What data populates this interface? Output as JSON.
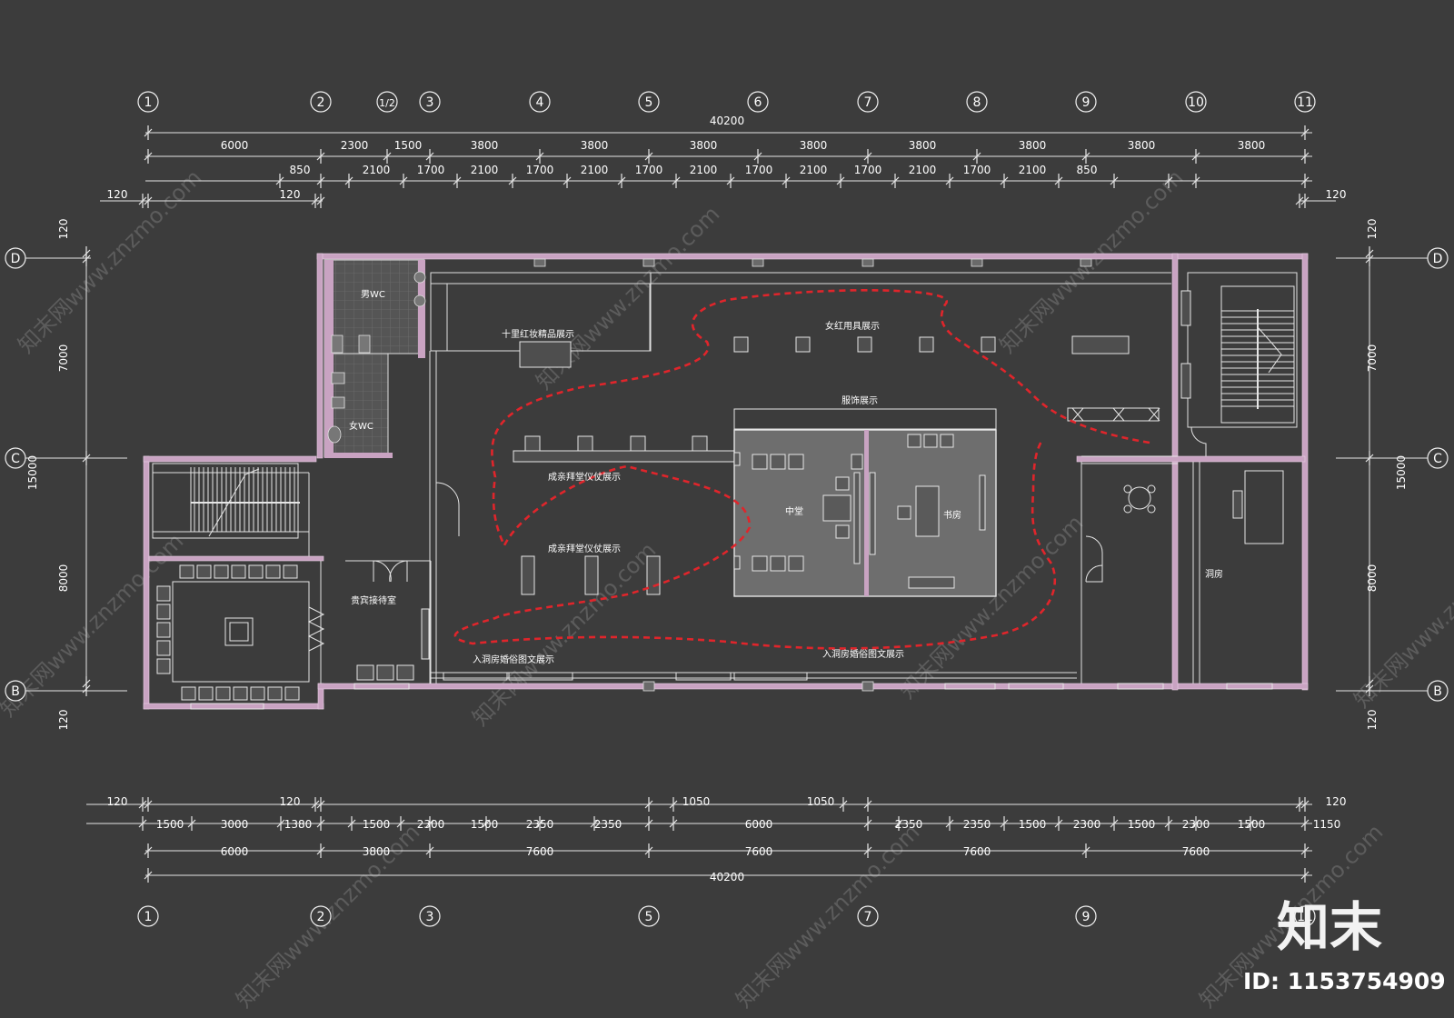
{
  "grid": {
    "columns": [
      "1",
      "2",
      "1/2",
      "3",
      "4",
      "5",
      "6",
      "7",
      "8",
      "9",
      "10",
      "11"
    ],
    "bottom_columns": [
      "1",
      "2",
      "3",
      "5",
      "7",
      "9",
      "11"
    ],
    "rows": [
      "D",
      "C",
      "B"
    ]
  },
  "dims": {
    "top_total": "40200",
    "top_row1": [
      "6000",
      "2300",
      "1500",
      "3800",
      "3800",
      "3800",
      "3800",
      "3800",
      "3800",
      "3800",
      "3800"
    ],
    "top_row2": [
      "850",
      "2100",
      "1700",
      "2100",
      "1700",
      "2100",
      "1700",
      "2100",
      "1700",
      "2100",
      "1700",
      "2100",
      "1700",
      "2100",
      "850"
    ],
    "top_row3": [
      "120",
      "120",
      "120"
    ],
    "left": [
      "120",
      "7000",
      "15000",
      "8000",
      "120"
    ],
    "right": [
      "120",
      "7000",
      "15000",
      "8000",
      "120"
    ],
    "bottom_row0": [
      "120",
      "120",
      "1050",
      "1050",
      "120"
    ],
    "bottom_row1": [
      "1500",
      "3000",
      "1380",
      "1500",
      "2300",
      "1500",
      "2350",
      "2350",
      "6000",
      "2350",
      "2350",
      "1500",
      "2300",
      "1500",
      "2300",
      "1500",
      "1150"
    ],
    "bottom_row2": [
      "6000",
      "3800",
      "7600",
      "7600",
      "7600",
      "7600"
    ],
    "bottom_total": "40200"
  },
  "rooms": {
    "mens_wc": "男WC",
    "womens_wc": "女WC",
    "dowry_display": "十里红妆精品展示",
    "needlework_display": "女红用具展示",
    "costume_display": "服饰展示",
    "ceremony_display_1": "成亲拜堂仪仗展示",
    "ceremony_display_2": "成亲拜堂仪仗展示",
    "main_hall": "中堂",
    "study": "书房",
    "vip_reception": "贵宾接待室",
    "bridal_chamber": "洞房",
    "custom_display_1": "入洞房婚俗图文展示",
    "custom_display_2": "入洞房婚俗图文展示"
  },
  "watermark": {
    "brand": "知末",
    "id": "ID: 1153754909",
    "text": "知末网www.znzmo.com"
  },
  "colors": {
    "background": "#3c3c3c",
    "wall": "#c9a3c2",
    "line": "#e6e6e6",
    "route": "#e0252b",
    "room_fill": "#6e6e6e"
  }
}
